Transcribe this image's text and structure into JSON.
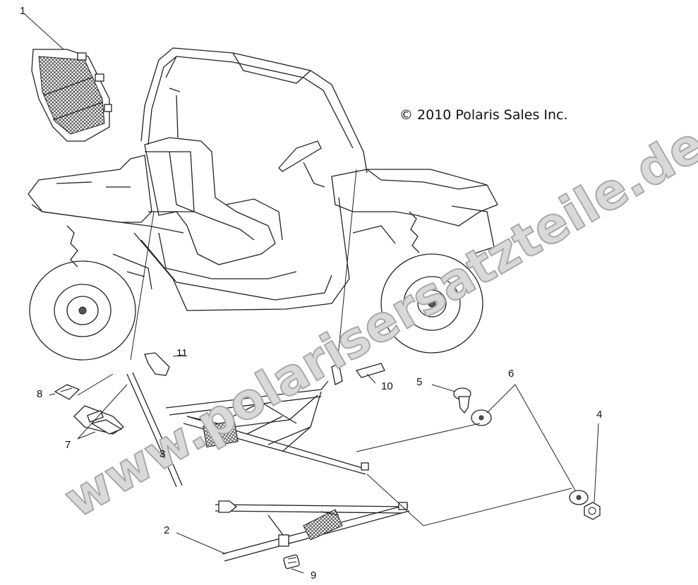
{
  "copyright": "© 2010 Polaris Sales Inc.",
  "watermark": "www.polarisersatzteile.de",
  "callouts": {
    "c1": "1",
    "c2": "2",
    "c3": "3",
    "c4": "4",
    "c5": "5",
    "c6": "6",
    "c7": "7",
    "c8": "8",
    "c9": "9",
    "c10": "10",
    "c11": "11"
  }
}
